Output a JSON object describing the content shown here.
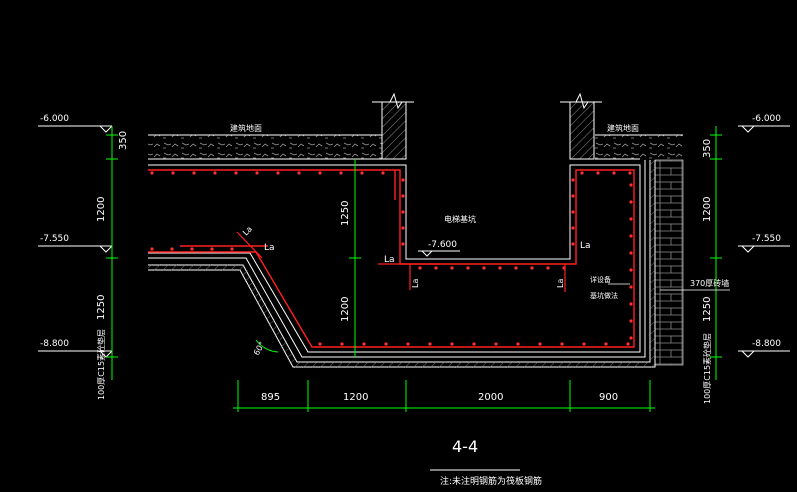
{
  "colors": {
    "background": "#000000",
    "section_line": "#ffffff",
    "rebar": "#ff2020",
    "dimension": "#00ff00",
    "text": "#ffffff",
    "hatch": "#9a9a9a"
  },
  "labels": {
    "el_left_top": "-6.000",
    "el_left_mid": "-7.550",
    "el_left_bot": "-8.800",
    "el_right_top": "-6.000",
    "el_right_mid": "-7.550",
    "el_right_bot": "-8.800",
    "pit_floor_el": "-7.600",
    "floor_left": "建筑地面",
    "floor_right": "建筑地面",
    "pit_label": "电梯基坑",
    "brick_wall": "370厚砖墙",
    "waterproof_note_1": "详设备",
    "waterproof_note_2": "基坑做法",
    "angle": "60°",
    "lap_1": "La",
    "lap_2": "La",
    "lap_3": "La",
    "lap_4": "La",
    "lap_5": "La",
    "lap_6": "La",
    "cushion_left": "100厚C15素砼垫层",
    "cushion_right": "100厚C15素砼垫层",
    "section_title": "4-4",
    "note": "注:未注明钢筋为筏板钢筋"
  },
  "dims": {
    "v_left_350": "350",
    "v_left_1200": "1200",
    "v_left_1250": "1250",
    "v_mid_1250": "1250",
    "v_mid_1200": "1200",
    "v_right_350": "350",
    "v_right_1200": "1200",
    "v_right_1250": "1250",
    "h_895": "895",
    "h_1200": "1200",
    "h_2000": "2000",
    "h_900": "900"
  }
}
